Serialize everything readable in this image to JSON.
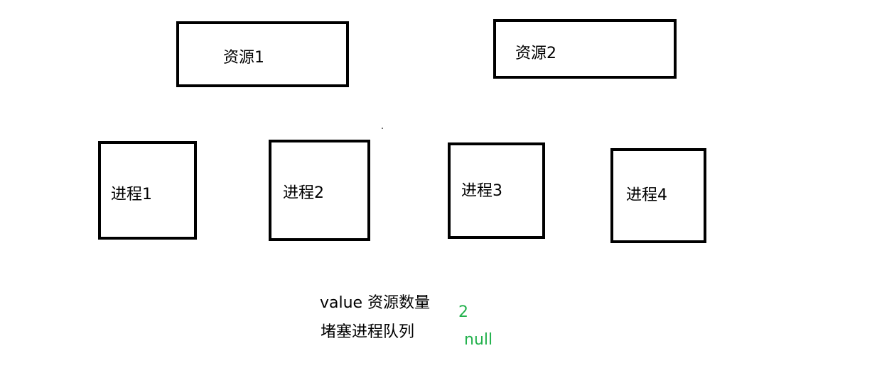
{
  "resources": [
    {
      "label": "资源1"
    },
    {
      "label": "资源2"
    }
  ],
  "processes": [
    {
      "label": "进程1"
    },
    {
      "label": "进程2"
    },
    {
      "label": "进程3"
    },
    {
      "label": "进程4"
    }
  ],
  "semaphore": {
    "value_label": "value 资源数量",
    "queue_label": "堵塞进程队列",
    "value": "2",
    "queue": "null",
    "value_color": "#22b14c"
  }
}
